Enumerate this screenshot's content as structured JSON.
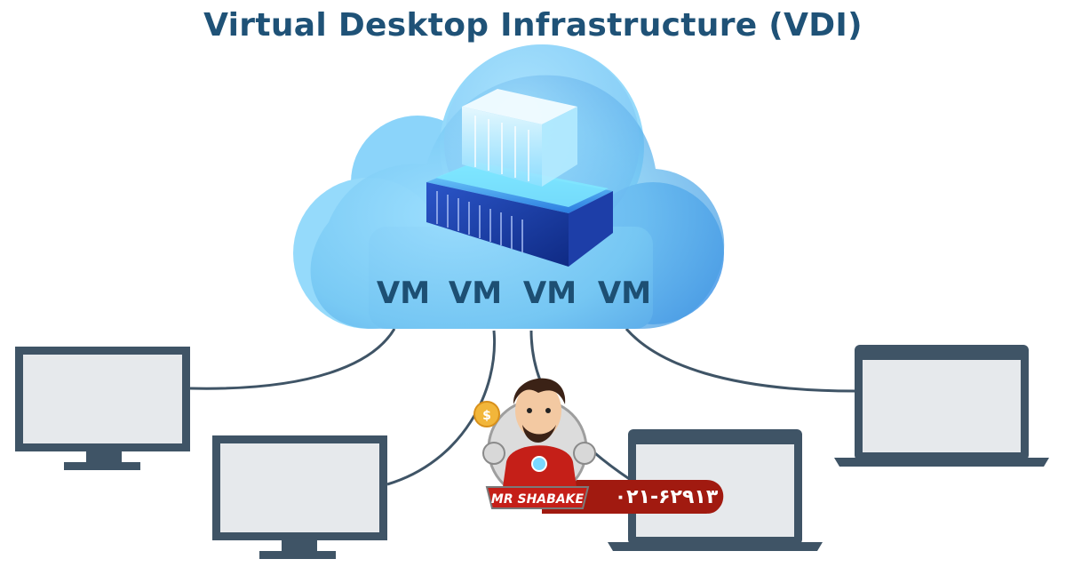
{
  "title": "Virtual Desktop Infrastructure (VDI)",
  "cloud": {
    "vm_labels": [
      "VM",
      "VM",
      "VM",
      "VM"
    ]
  },
  "clients": [
    {
      "type": "monitor"
    },
    {
      "type": "monitor"
    },
    {
      "type": "laptop"
    },
    {
      "type": "laptop"
    }
  ],
  "watermark": {
    "brand": "MR SHABAKE",
    "phone": "۰۲۱-۶۲۹۱۳"
  },
  "colors": {
    "title": "#1f5277",
    "vm_text": "#1d4f73",
    "device_frame": "#3f5466",
    "device_screen": "#e6e9ec",
    "cable": "#3f5466",
    "cloud": "#6fc4f2",
    "badge": "#a11a10"
  }
}
